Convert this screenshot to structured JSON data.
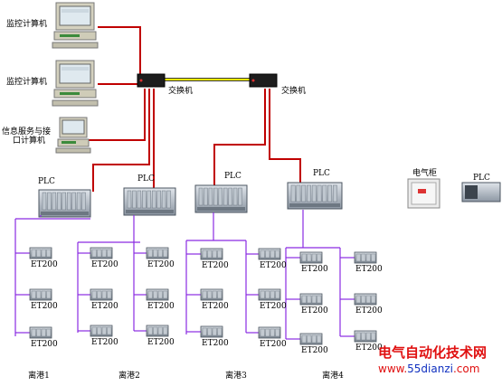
{
  "computers": [
    {
      "label": "监控计算机"
    },
    {
      "label": "监控计算机"
    },
    {
      "label": "信息服务与接口计算机",
      "label_lines": [
        "信息服务与接",
        "口计算机"
      ]
    }
  ],
  "switches": [
    {
      "label": "交换机"
    },
    {
      "label": "交换机"
    }
  ],
  "plcs": [
    {
      "label": "PLC"
    },
    {
      "label": "PLC"
    },
    {
      "label": "PLC"
    },
    {
      "label": "PLC"
    }
  ],
  "cabinet": {
    "label": "电气柜"
  },
  "standalone_plc": {
    "label": "PLC"
  },
  "et200_label": "ET200",
  "areas": [
    {
      "label": "离港1"
    },
    {
      "label": "离港2"
    },
    {
      "label": "离港3"
    },
    {
      "label": "离港4"
    }
  ],
  "watermark": {
    "title": "电气自动化技术网",
    "url_prefix": "www.",
    "url_domain": "55dianzi",
    "url_suffix": ".com"
  },
  "colors": {
    "ethernet": "#c00000",
    "fiber": "#f5f000",
    "profibus": "#8a2be2"
  }
}
